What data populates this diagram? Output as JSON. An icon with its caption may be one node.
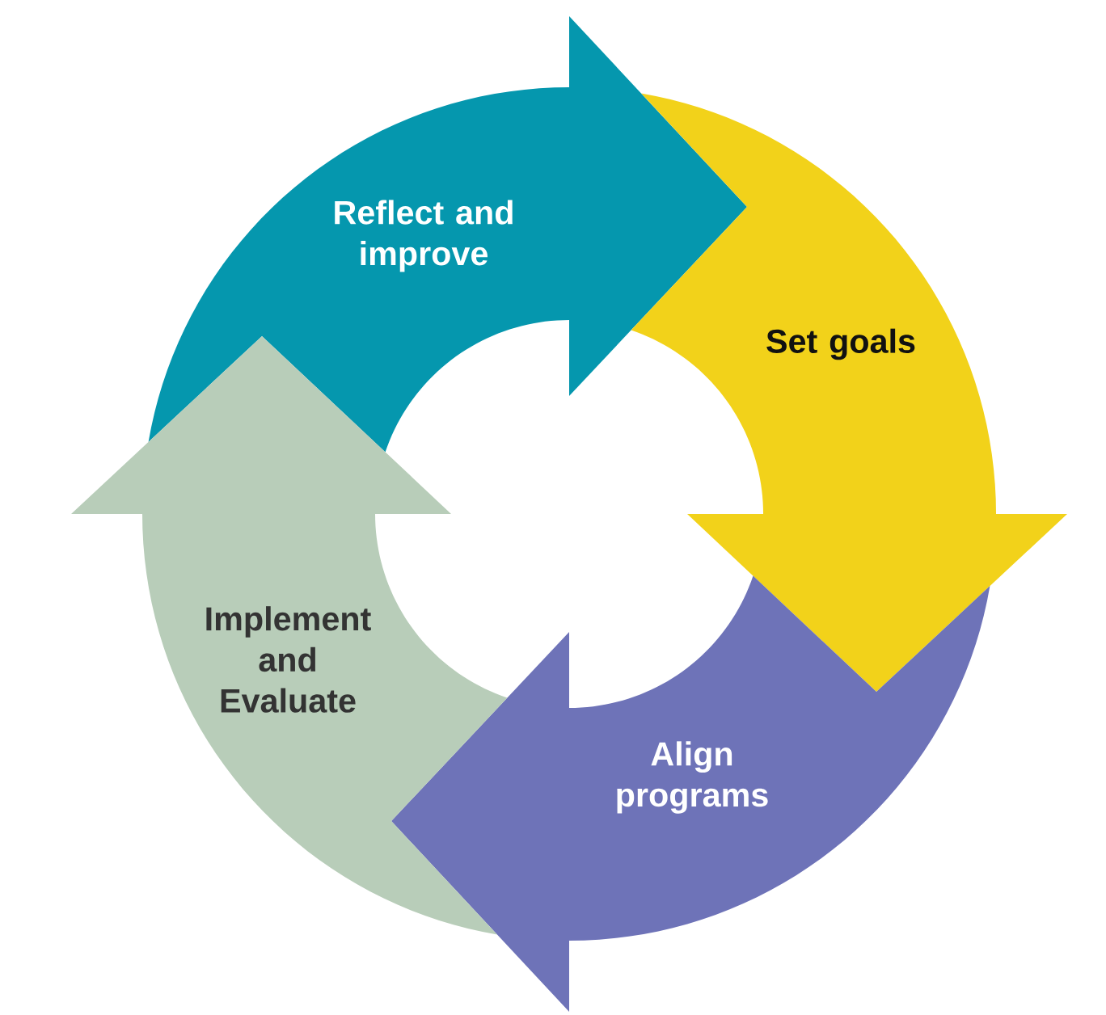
{
  "diagram": {
    "nodes": [
      {
        "text": [
          "Reflect and improve"
        ]
      },
      {
        "text": [
          "Set goals"
        ]
      },
      {
        "text": [
          "Align programs"
        ]
      },
      {
        "text": [
          "Implement and Evaluate"
        ]
      }
    ]
  }
}
